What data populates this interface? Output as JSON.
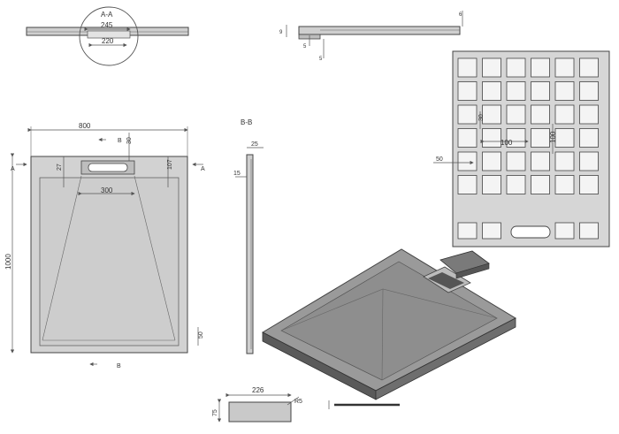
{
  "drawing": {
    "section_aa": {
      "title": "A-A",
      "dim_outer": "245",
      "dim_inner": "220"
    },
    "side_view_top": {
      "dim_left_a": "9",
      "dim_left_b": "5",
      "dim_bottom": "5",
      "dim_right": "6"
    },
    "top_view": {
      "dim_width": "800",
      "dim_height": "1000",
      "dim_grate_width": "300",
      "dim_drain_top": "30",
      "dim_left": "27",
      "dim_right": "107",
      "dim_bottom": "50",
      "marker_a_left": "A",
      "marker_a_right": "A",
      "marker_b_top": "B",
      "marker_b_bottom": "B"
    },
    "section_bb": {
      "title": "B-B",
      "dim_a": "25",
      "dim_b": "15"
    },
    "underside_view": {
      "dim_cell_h": "30",
      "dim_pitch_x": "100",
      "dim_pitch_y": "100",
      "dim_margin": "50"
    },
    "grate_detail": {
      "dim_width": "226",
      "dim_height": "75",
      "dim_radius": "R5"
    }
  },
  "colors": {
    "tray_fill": "#d2d2d2",
    "tray_edge": "#444444",
    "iso_top": "#9a9a9a",
    "iso_side": "#5a5a5a",
    "background": "#ffffff"
  }
}
